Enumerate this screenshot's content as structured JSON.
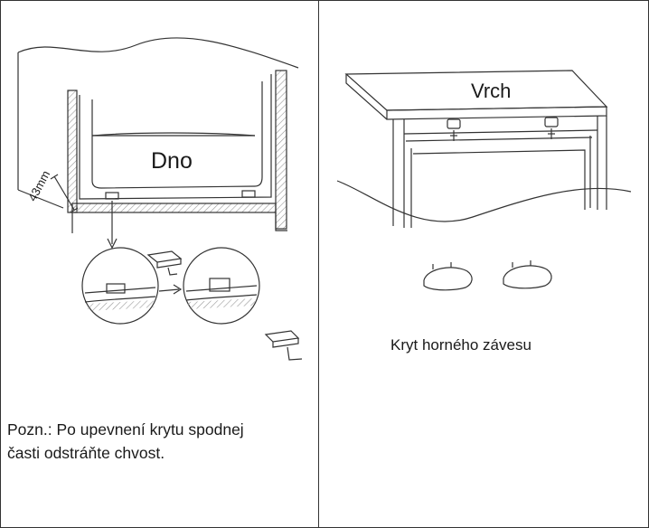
{
  "left_panel": {
    "label_bottom": "Dno",
    "dimension_label": "43mm",
    "note_line1": "Pozn.: Po upevnení krytu spodnej",
    "note_line2": "časti odstráňte chvost."
  },
  "right_panel": {
    "label_top": "Vrch",
    "caption": "Kryt horného závesu"
  },
  "colors": {
    "line": "#333333",
    "hatch": "#999999",
    "text": "#1a1a1a"
  }
}
